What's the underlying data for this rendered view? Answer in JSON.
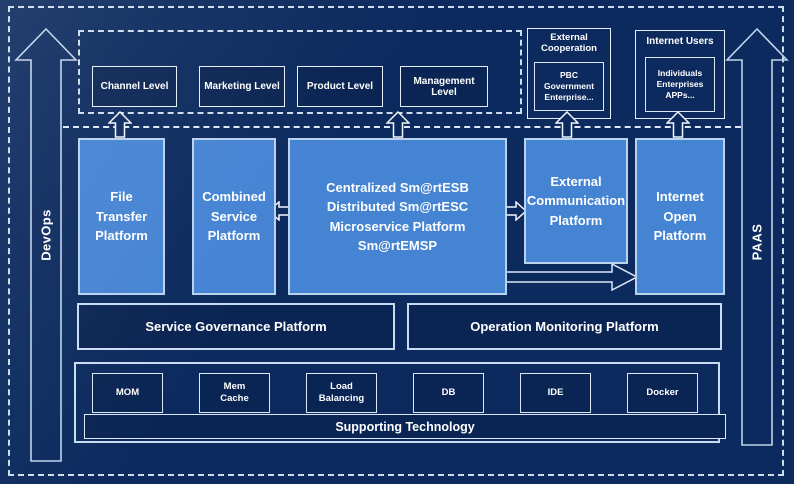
{
  "colors": {
    "bg": "#0C2A5E",
    "dark": "#0A2453",
    "light": "#4583D3",
    "light-border": "#B9D2EE",
    "line": "#DCE8F7",
    "text": "#FFFFFF"
  },
  "rails": {
    "devops_label": "DevOps",
    "paas_label": "PAAS"
  },
  "levels_band": {
    "items": [
      {
        "label": "Channel Level"
      },
      {
        "label": "Marketing Level"
      },
      {
        "label": "Product Level"
      },
      {
        "label": "Management Level"
      }
    ]
  },
  "external_cooperation": {
    "title": "External Cooperation",
    "member_line1": "PBC Government",
    "member_line2": "Enterprise..."
  },
  "internet_users": {
    "title": "Internet Users",
    "member_line1": "Individuals",
    "member_line2": "Enterprises",
    "member_line3": "APPs..."
  },
  "platforms": {
    "file_transfer": {
      "lines": [
        "File",
        "Transfer",
        "Platform"
      ]
    },
    "combined_service": {
      "lines": [
        "Combined",
        "Service",
        "Platform"
      ]
    },
    "central_esb": {
      "lines": [
        "Centralized Sm@rtESB",
        "Distributed Sm@rtESC",
        "Microservice Platform Sm@rtEMSP"
      ]
    },
    "external_communication": {
      "lines": [
        "External",
        "Communication",
        "Platform"
      ]
    },
    "internet_open": {
      "lines": [
        "Internet",
        "Open",
        "Platform"
      ]
    }
  },
  "governance": {
    "service_label": "Service Governance Platform",
    "operation_label": "Operation Monitoring Platform"
  },
  "supporting": {
    "tech_items": [
      {
        "label": "MOM"
      },
      {
        "label": "Mem Cache"
      },
      {
        "label": "Load Balancing"
      },
      {
        "label": "DB"
      },
      {
        "label": "IDE"
      },
      {
        "label": "Docker"
      }
    ],
    "bar_label": "Supporting Technology"
  }
}
